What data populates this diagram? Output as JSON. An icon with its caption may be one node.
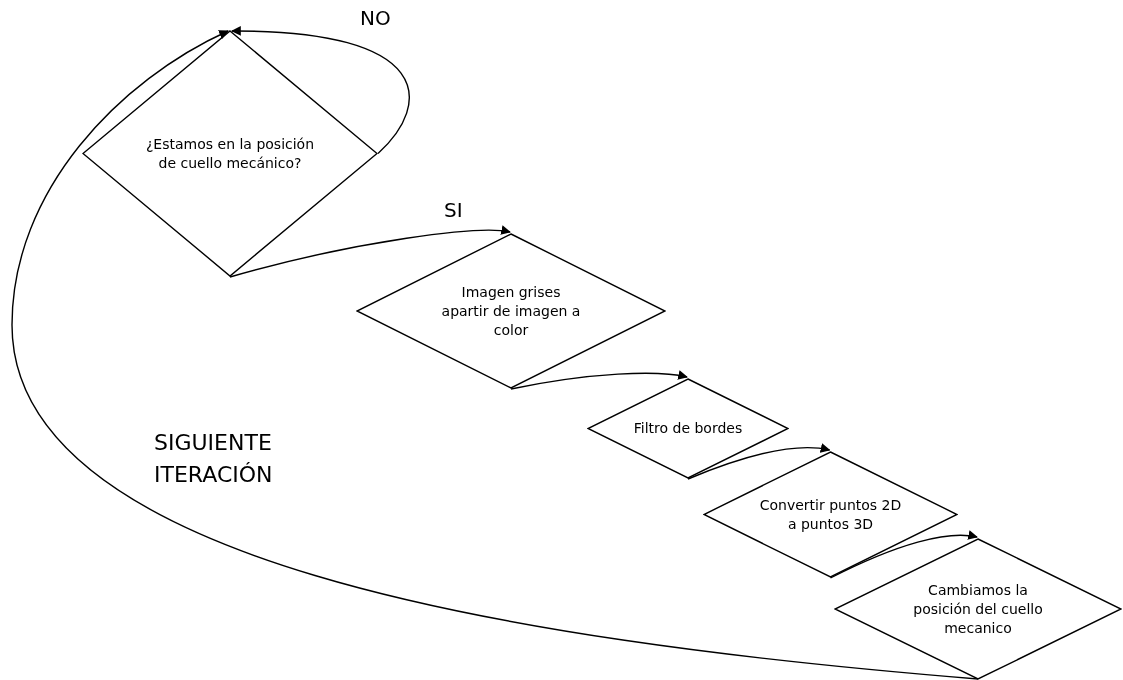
{
  "diagram": {
    "nodes": [
      {
        "text": [
          "¿Estamos en la posición de cuello mecánico?"
        ]
      },
      {
        "text": [
          "Imagen grises apartir de imagen a color"
        ]
      },
      {
        "text": [
          "Filtro de bordes"
        ]
      },
      {
        "text": [
          "Convertir puntos 2D a puntos 3D"
        ]
      },
      {
        "text": [
          "Cambiamos la posición del cuello mecanico"
        ]
      }
    ],
    "edges": [
      {
        "from": 0,
        "to": 0,
        "arrow": "to",
        "label": "NO"
      },
      {
        "from": 0,
        "to": 1,
        "arrow": "to",
        "label": "SI"
      },
      {
        "from": 1,
        "to": 2,
        "arrow": "to"
      },
      {
        "from": 2,
        "to": 3,
        "arrow": "to"
      },
      {
        "from": 3,
        "to": 4,
        "arrow": "to"
      },
      {
        "from": 4,
        "to": 0,
        "arrow": "to"
      }
    ],
    "labels": [
      "SIGUIENTE ITERACIÓN"
    ]
  }
}
